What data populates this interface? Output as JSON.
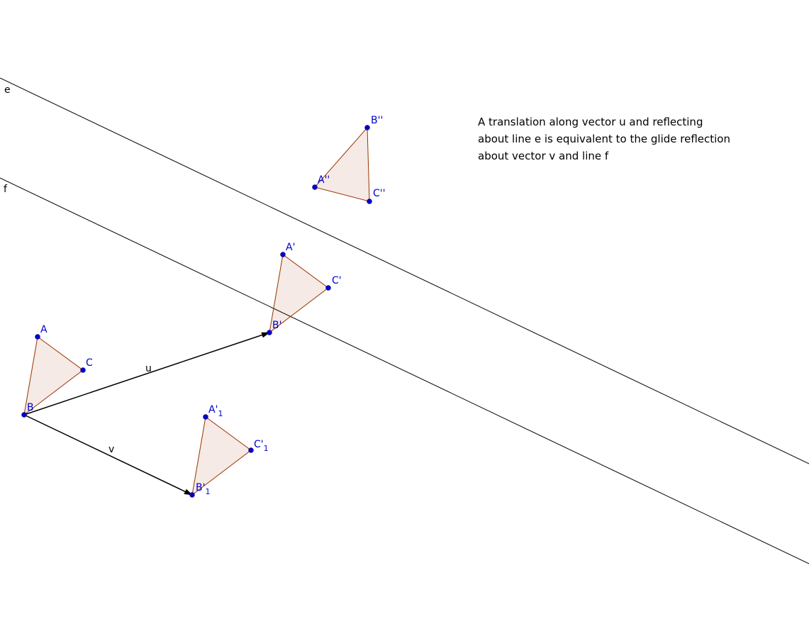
{
  "caption": {
    "lines": [
      "A translation along vector u and reflecting",
      "about line e is equivalent to the glide reflection",
      "about vector v and line f"
    ]
  },
  "lines": [
    {
      "id": "e",
      "label": "e"
    },
    {
      "id": "f",
      "label": "f"
    }
  ],
  "vectors": [
    {
      "id": "u",
      "label": "u"
    },
    {
      "id": "v",
      "label": "v"
    }
  ],
  "triangles": [
    {
      "id": "ABC",
      "points": [
        {
          "label": "A",
          "sub": ""
        },
        {
          "label": "B",
          "sub": ""
        },
        {
          "label": "C",
          "sub": ""
        }
      ]
    },
    {
      "id": "A1B1C1",
      "points": [
        {
          "label": "A'",
          "sub": ""
        },
        {
          "label": "B'",
          "sub": ""
        },
        {
          "label": "C'",
          "sub": ""
        }
      ]
    },
    {
      "id": "A2B2C2",
      "points": [
        {
          "label": "A''",
          "sub": ""
        },
        {
          "label": "B''",
          "sub": ""
        },
        {
          "label": "C''",
          "sub": ""
        }
      ]
    },
    {
      "id": "A3B3C3",
      "points": [
        {
          "label": "A'",
          "sub": "1"
        },
        {
          "label": "B'",
          "sub": "1"
        },
        {
          "label": "C'",
          "sub": "1"
        }
      ]
    }
  ],
  "colors": {
    "point": "#0000cc",
    "triangle_stroke": "#993300",
    "triangle_fill": "rgba(153,51,0,0.1)",
    "line": "#000000"
  }
}
